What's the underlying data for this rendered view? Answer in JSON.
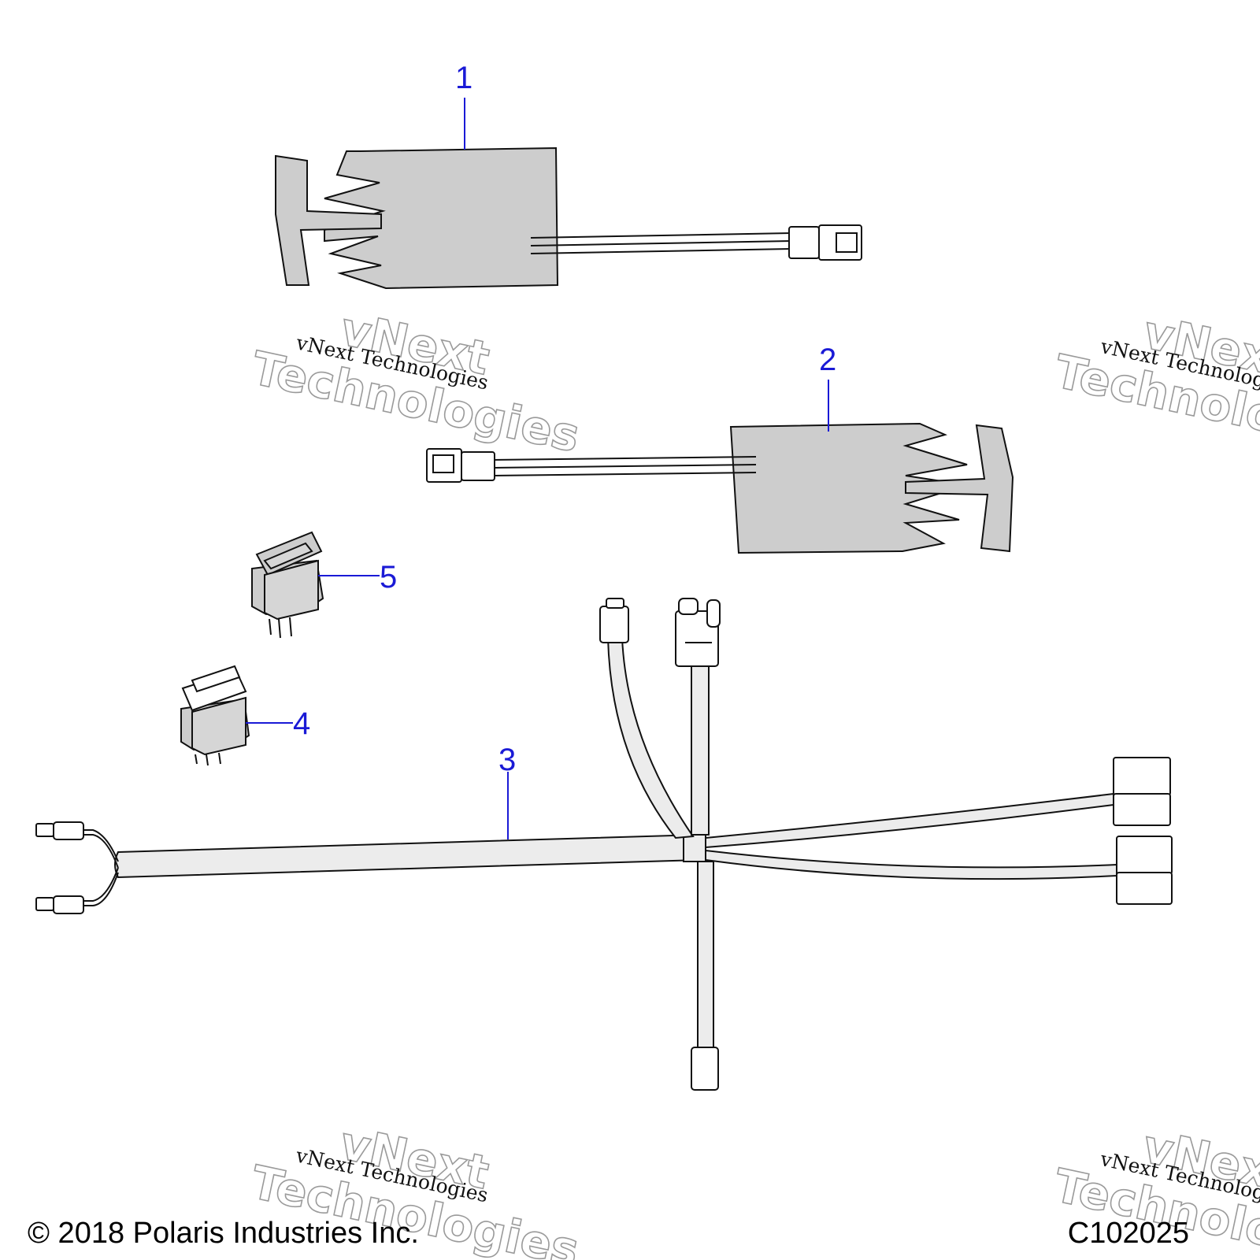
{
  "callouts": [
    {
      "id": "1",
      "label": "1"
    },
    {
      "id": "2",
      "label": "2"
    },
    {
      "id": "3",
      "label": "3"
    },
    {
      "id": "4",
      "label": "4"
    },
    {
      "id": "5",
      "label": "5"
    }
  ],
  "watermark": {
    "small": "vNext Technologies",
    "big_line1": "vNext",
    "big_line2": "Technologies"
  },
  "footer": {
    "copyright": "© 2018 Polaris Industries Inc.",
    "diagram_id": "C102025"
  },
  "colors": {
    "callout": "#1a1ad6",
    "part_fill": "#cdcdcd"
  }
}
